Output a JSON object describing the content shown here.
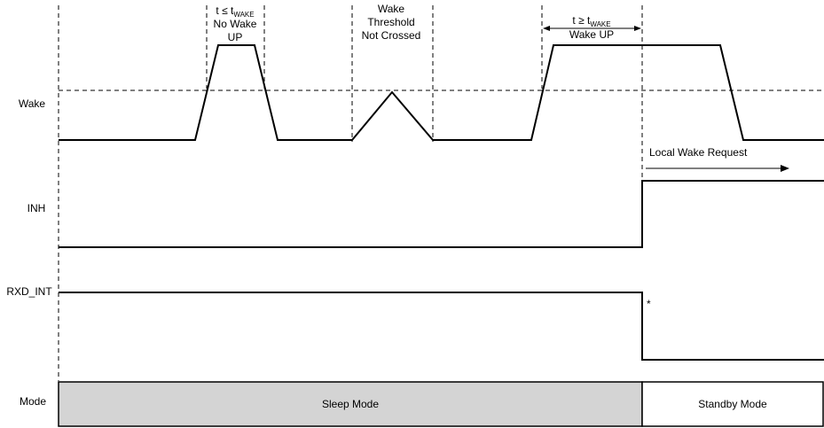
{
  "signals": {
    "wake": "Wake",
    "inh": "INH",
    "rxd_int": "RXD_INT",
    "mode": "Mode"
  },
  "annotations": {
    "short_pulse": {
      "t": "t ≤ t",
      "sub": "WAKE",
      "line2": "No Wake",
      "line3": "UP"
    },
    "threshold": {
      "line1": "Wake",
      "line2": "Threshold",
      "line3": "Not Crossed"
    },
    "long_pulse": {
      "t": "t ≥ t",
      "sub": "WAKE",
      "line2": "Wake UP"
    },
    "local_wake_request": "Local Wake Request",
    "asterisk": "*"
  },
  "modes": {
    "sleep": "Sleep Mode",
    "standby": "Standby Mode"
  },
  "colors": {
    "line": "#000000",
    "sleep_fill": "#d4d4d4",
    "standby_fill": "#ffffff"
  }
}
